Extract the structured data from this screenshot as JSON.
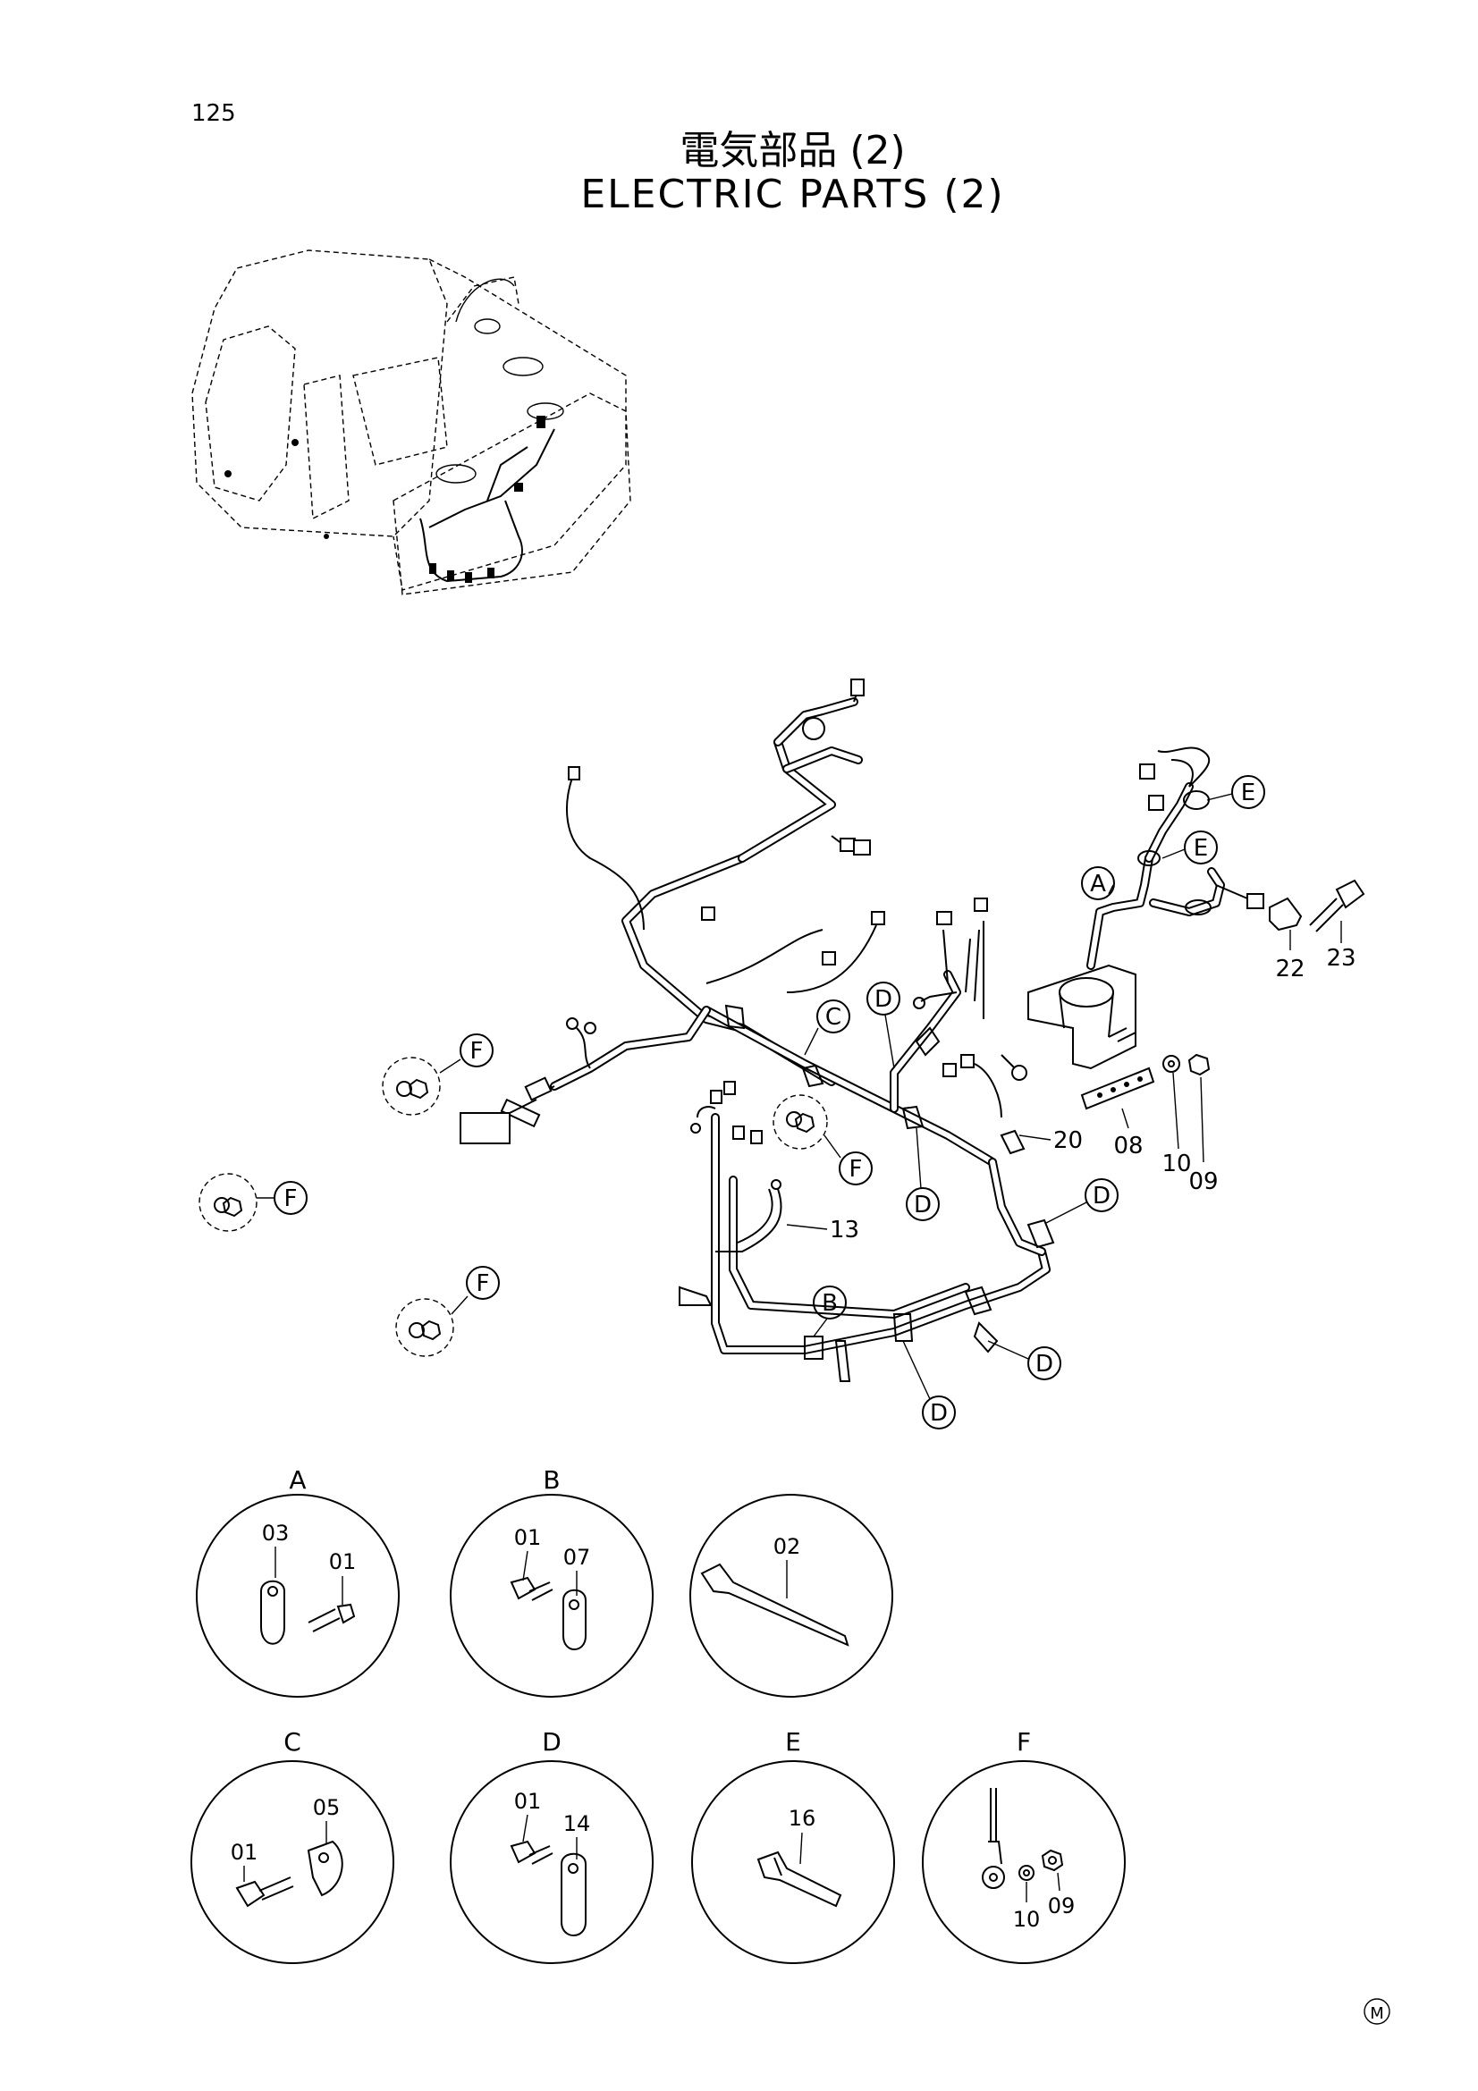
{
  "page": {
    "number": "125",
    "title_jp": "電気部品 (2)",
    "title_en": "ELECTRIC PARTS (2)",
    "mark": "M"
  },
  "main_callouts": {
    "F_left_top": "F",
    "F_left_mid": "F",
    "F_left_low": "F",
    "F_center": "F",
    "C": "C",
    "D_upper": "D",
    "D_mid": "D",
    "D_right": "D",
    "D_low_right": "D",
    "D_low": "D",
    "B": "B",
    "A": "A",
    "E_top": "E",
    "E_mid": "E"
  },
  "part_numbers": {
    "p22": "22",
    "p23": "23",
    "p08": "08",
    "p10": "10",
    "p09": "09",
    "p20": "20",
    "p13": "13"
  },
  "details": [
    {
      "title": "A",
      "labels": [
        "03",
        "01"
      ]
    },
    {
      "title": "B",
      "labels": [
        "01",
        "07"
      ]
    },
    {
      "title": "",
      "labels": [
        "02"
      ]
    },
    {
      "title": "C",
      "labels": [
        "05",
        "01"
      ]
    },
    {
      "title": "D",
      "labels": [
        "01",
        "14"
      ]
    },
    {
      "title": "E",
      "labels": [
        "16"
      ]
    },
    {
      "title": "F",
      "labels": [
        "10",
        "09"
      ]
    }
  ]
}
